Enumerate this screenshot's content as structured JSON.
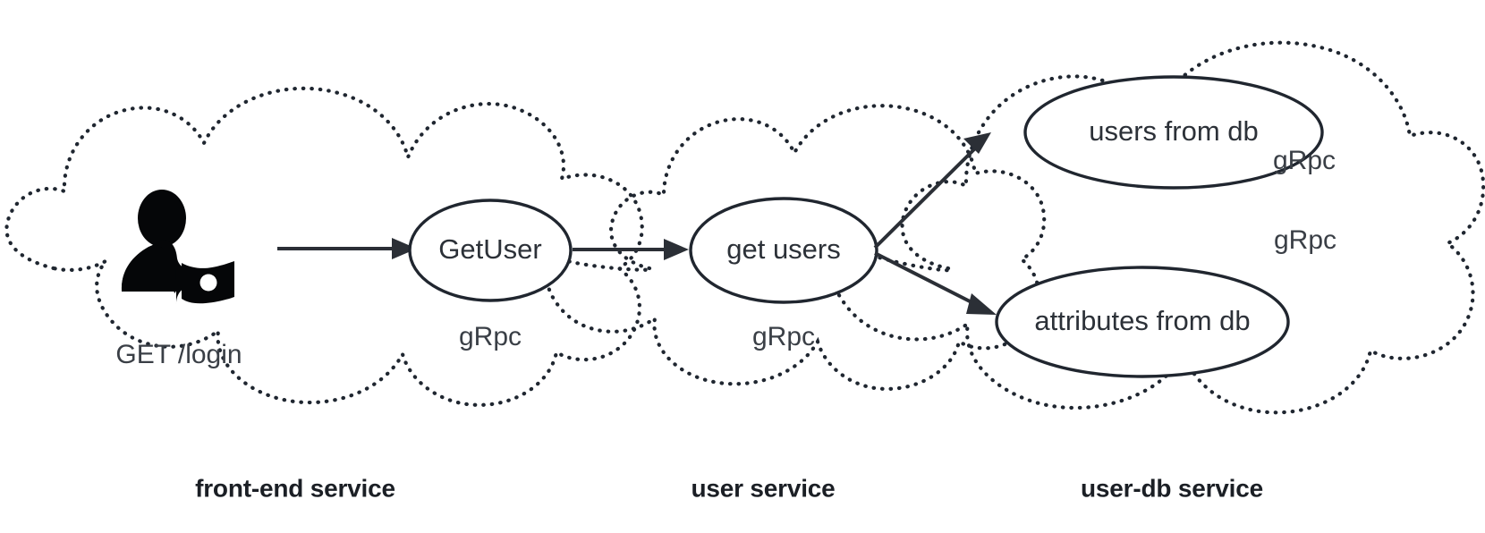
{
  "diagram": {
    "title": "microservice gRpc call flow",
    "background_color": "#ffffff",
    "stroke_color": "#20262f",
    "text_color": "#2c3138",
    "groups": [
      {
        "id": "front-end-service",
        "caption": "front-end service",
        "nodes": [
          {
            "id": "getuser",
            "label": "GetUser"
          }
        ],
        "actor": {
          "icon": "user-badge-icon",
          "label": "GET /login"
        },
        "protocol_labels": [
          "gRpc"
        ]
      },
      {
        "id": "user-service",
        "caption": "user service",
        "nodes": [
          {
            "id": "get-users",
            "label": "get users"
          }
        ],
        "protocol_labels": [
          "gRpc"
        ]
      },
      {
        "id": "user-db-service",
        "caption": "user-db service",
        "nodes": [
          {
            "id": "users-from-db",
            "label": "users from db"
          },
          {
            "id": "attributes-from-db",
            "label": "attributes from db"
          }
        ],
        "protocol_labels": [
          "gRpc",
          "gRpc"
        ]
      }
    ],
    "edges": [
      {
        "id": "edge-actor-getuser",
        "from": "actor",
        "to": "getuser",
        "label": ""
      },
      {
        "id": "edge-getuser-getusers",
        "from": "getuser",
        "to": "get-users",
        "label": ""
      },
      {
        "id": "edge-getusers-usersfromdb",
        "from": "get-users",
        "to": "users-from-db",
        "label": ""
      },
      {
        "id": "edge-getusers-attributesfromdb",
        "from": "get-users",
        "to": "attributes-from-db",
        "label": ""
      }
    ],
    "labels": {
      "actor_request": "GET /login",
      "node_getuser": "GetUser",
      "node_get_users": "get users",
      "node_users_from_db": "users from db",
      "node_attributes_from_db": "attributes from db",
      "grpc_frontend": "gRpc",
      "grpc_user": "gRpc",
      "grpc_db_top": "gRpc",
      "grpc_db_bottom": "gRpc",
      "caption_frontend": "front-end service",
      "caption_user": "user service",
      "caption_userdb": "user-db service"
    }
  }
}
